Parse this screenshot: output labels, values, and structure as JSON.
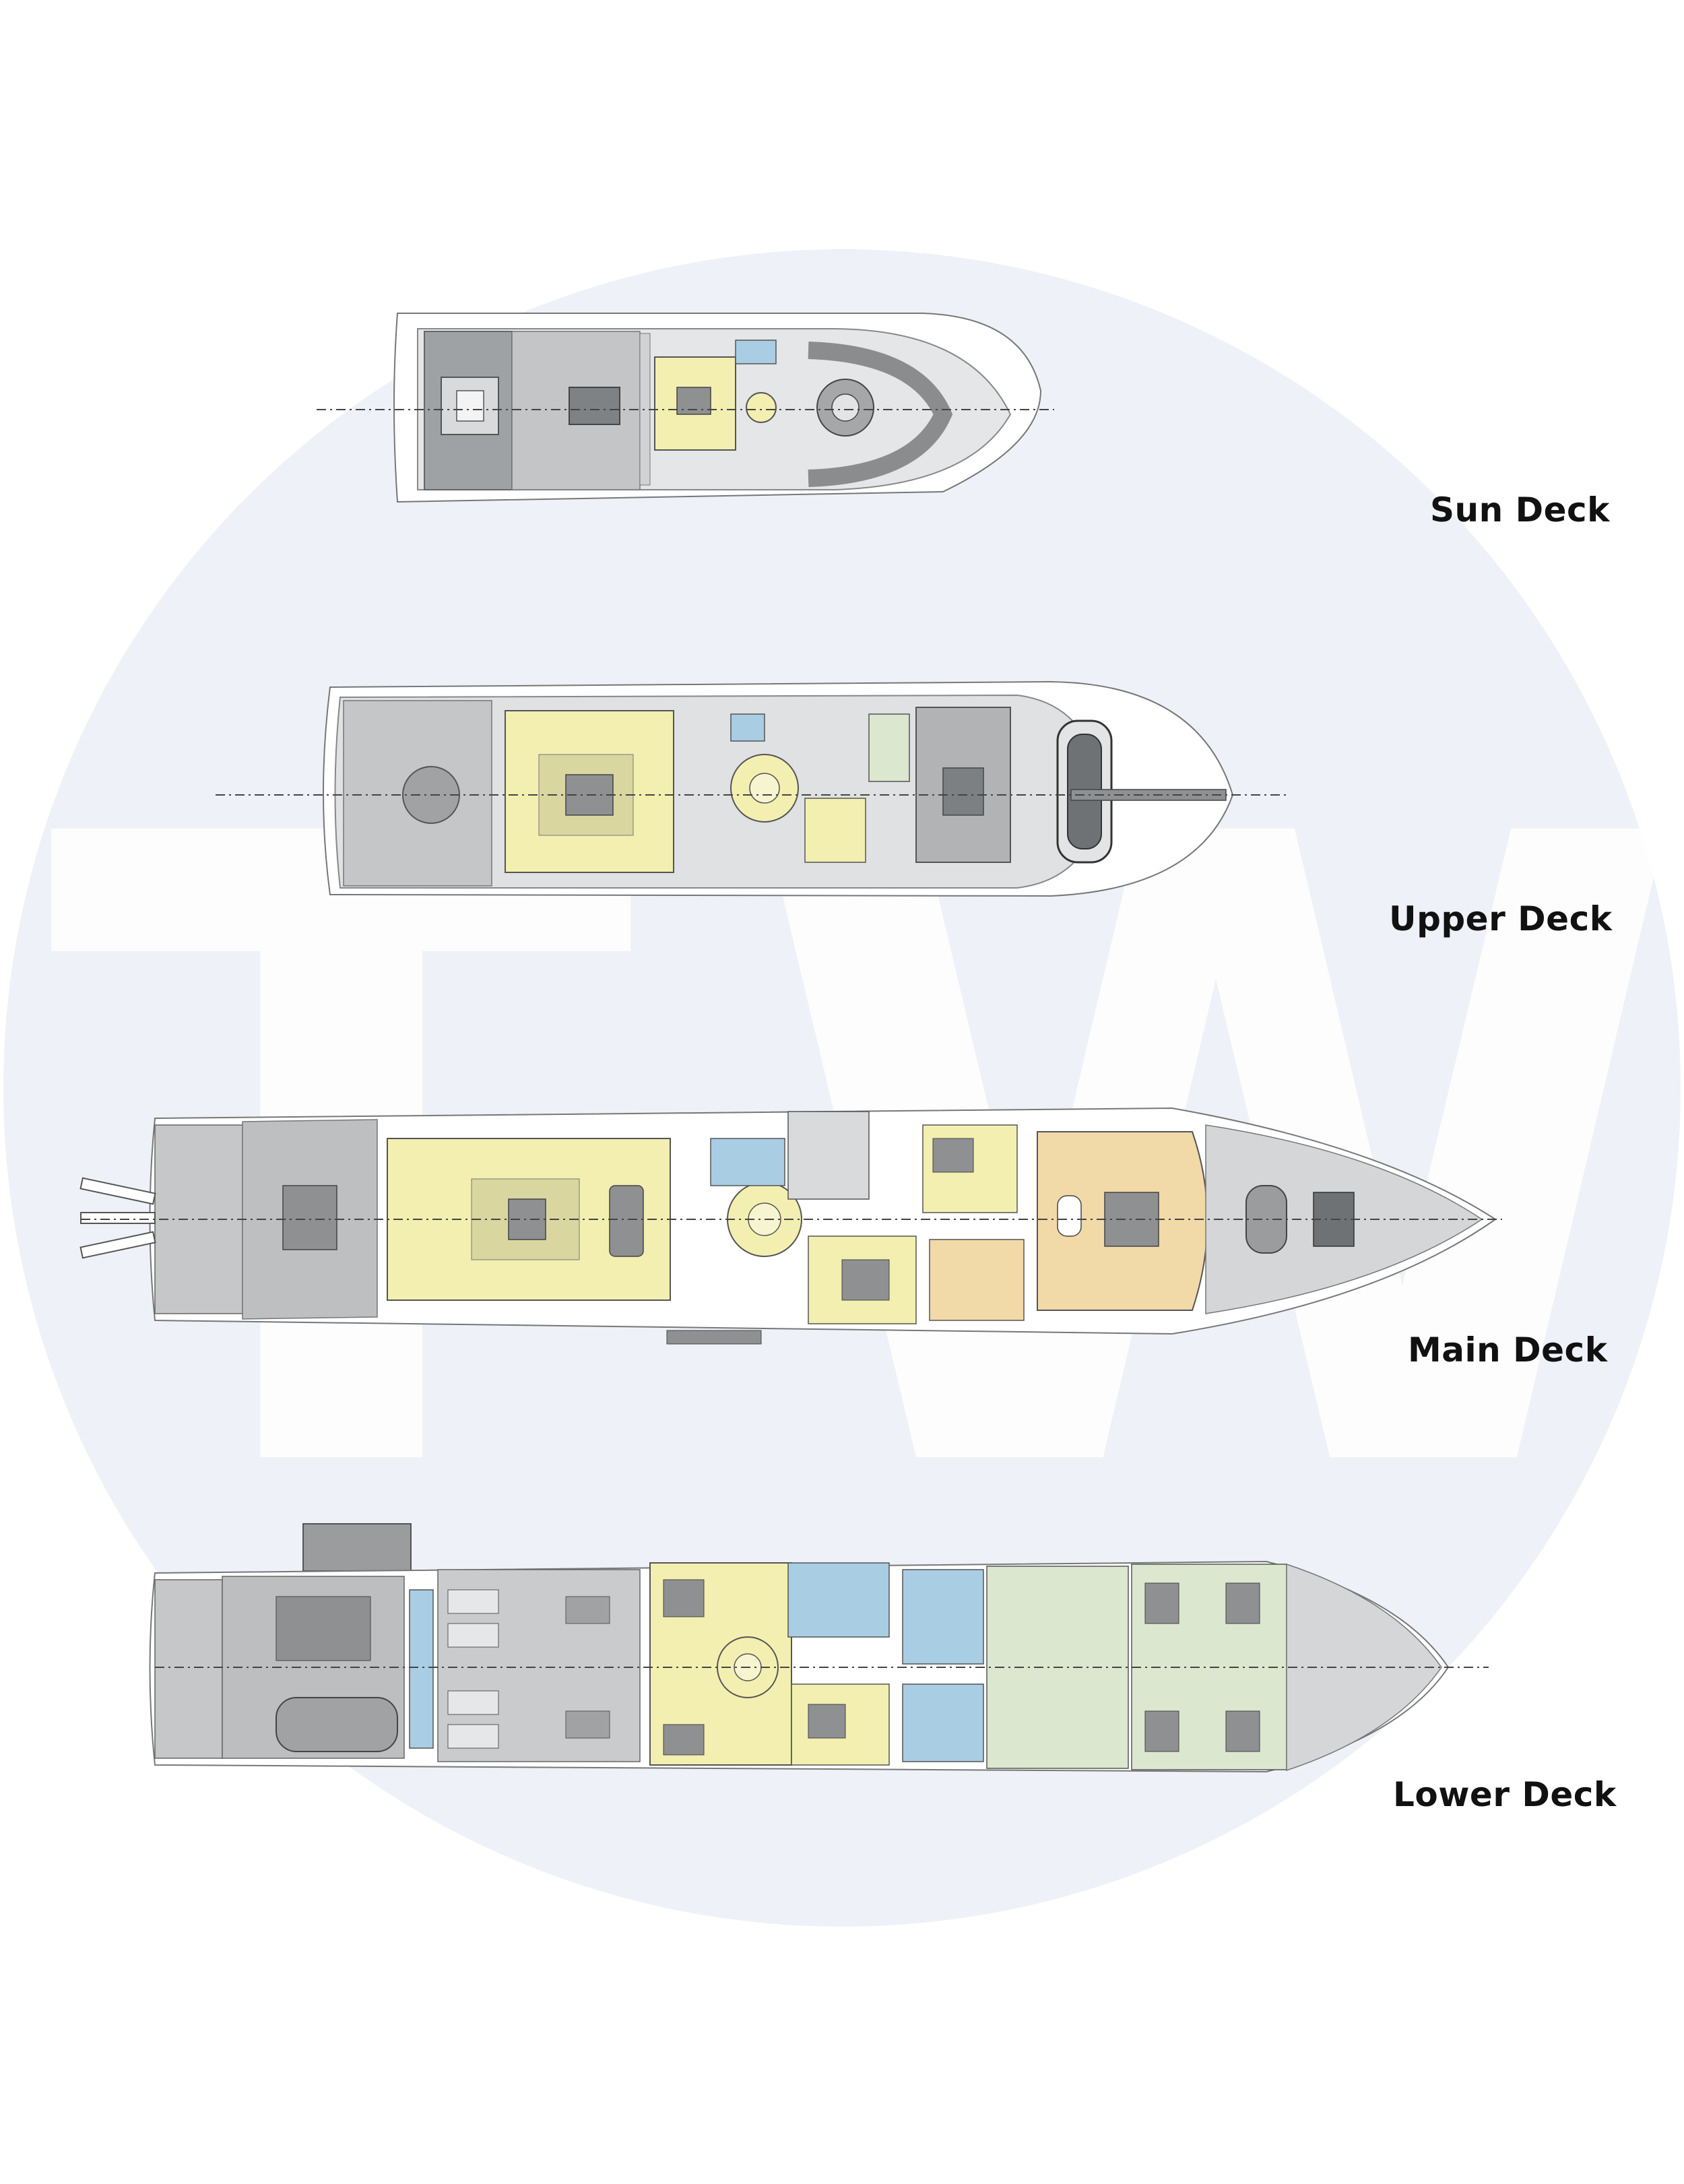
{
  "colors": {
    "circle": "#eef1f7",
    "hull_fill": "#ffffff",
    "deck_grey": "#c9cbcc",
    "dark_grey": "#8e9092",
    "teak": "#b9bbbc",
    "saloon_yellow": "#f3efb0",
    "service_blue": "#a9cde3",
    "crew_green": "#dbe8cf",
    "owner_peach": "#f2d9a8",
    "line": "#6e7072"
  },
  "watermark": {
    "letters": [
      "T",
      "W"
    ]
  },
  "decks": [
    {
      "id": "sun",
      "label": "Sun Deck"
    },
    {
      "id": "upper",
      "label": "Upper Deck"
    },
    {
      "id": "main",
      "label": "Main Deck"
    },
    {
      "id": "lower",
      "label": "Lower Deck"
    }
  ]
}
